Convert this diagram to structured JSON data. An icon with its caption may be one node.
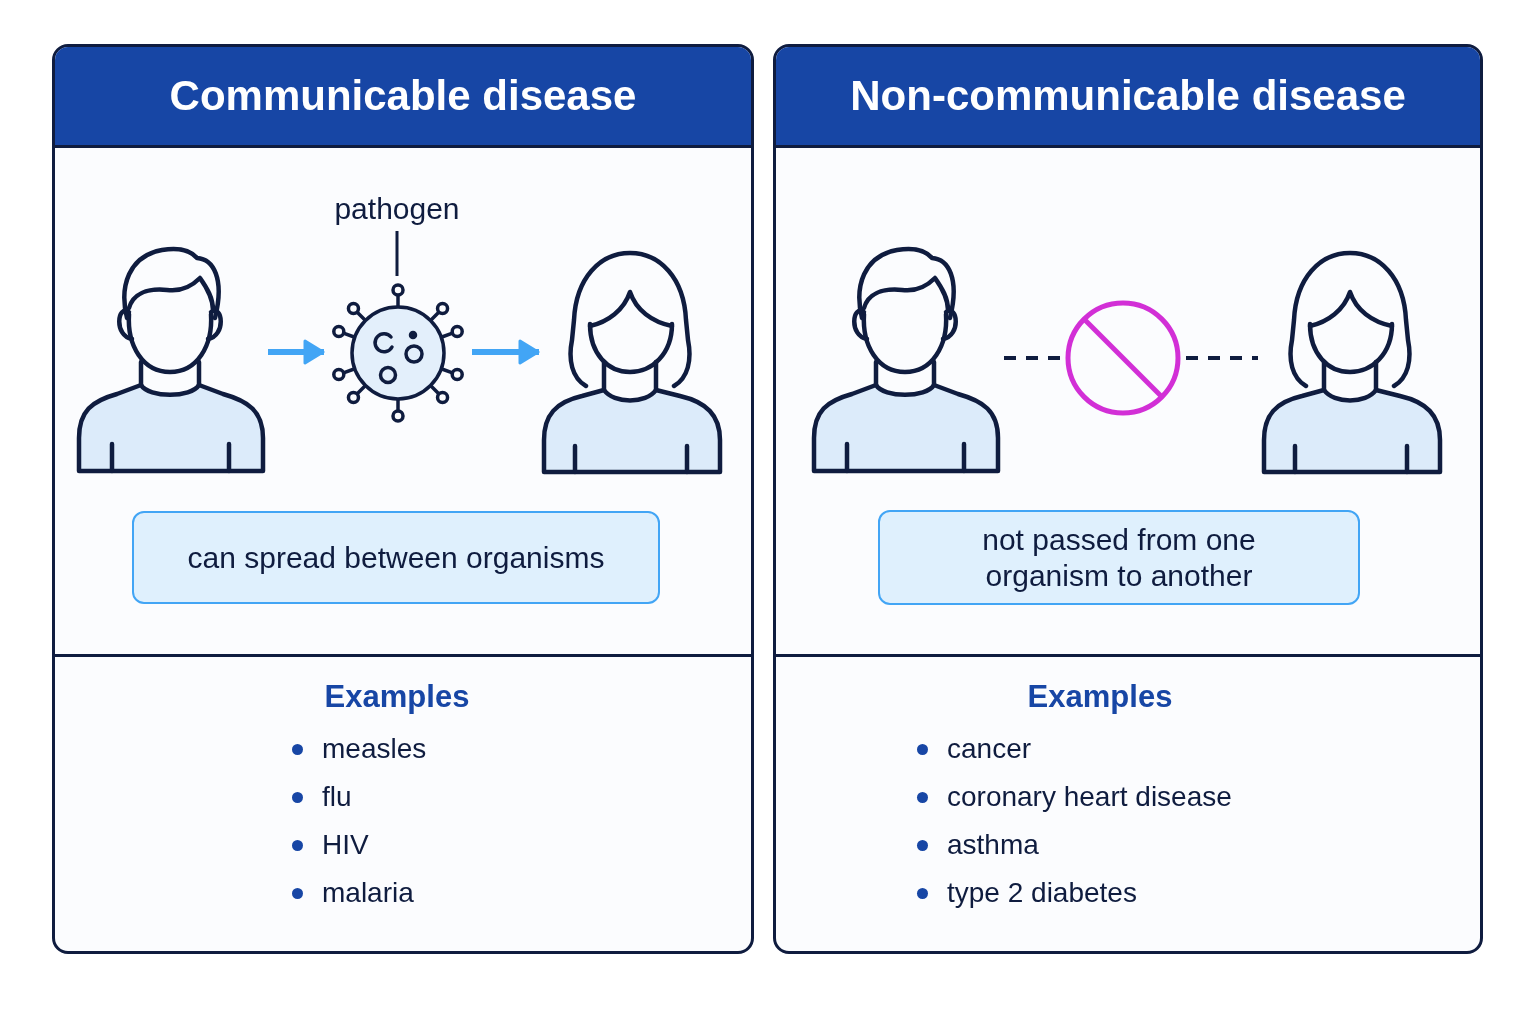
{
  "diagram": {
    "nodes": [
      {
        "text": [
          "Communicable disease"
        ]
      },
      {
        "text": [],
        "shape": "person",
        "in": 0
      },
      {
        "text": [
          "pathogen"
        ],
        "in": 0
      },
      {
        "text": [],
        "shape": "picture",
        "in": 0
      },
      {
        "text": [],
        "shape": "person",
        "in": 0
      },
      {
        "text": [
          "can spread between organisms"
        ],
        "in": 0
      },
      {
        "text": [
          "Examples",
          "measles",
          "flu",
          "HIV",
          "malaria"
        ],
        "in": 0
      },
      {
        "text": [
          "Non-communicable disease"
        ]
      },
      {
        "text": [],
        "shape": "person",
        "in": 7
      },
      {
        "text": [],
        "shape": "picture",
        "in": 7
      },
      {
        "text": [],
        "shape": "person",
        "in": 7
      },
      {
        "text": [
          "not passed from one organism to another"
        ],
        "in": 7
      },
      {
        "text": [
          "Examples",
          "cancer",
          "coronary heart disease",
          "asthma",
          "type 2 diabetes"
        ],
        "in": 7
      }
    ],
    "edges": [
      {
        "from": 1,
        "to": 3,
        "arrow": "to",
        "color": "#42a5f5"
      },
      {
        "from": 3,
        "to": 4,
        "arrow": "to",
        "color": "#42a5f5"
      },
      {
        "from": 2,
        "to": 3,
        "arrow": "none"
      },
      {
        "from": 8,
        "to": 9,
        "arrow": "none",
        "style": "dashed"
      },
      {
        "from": 9,
        "to": 10,
        "arrow": "none",
        "style": "dashed"
      }
    ]
  }
}
